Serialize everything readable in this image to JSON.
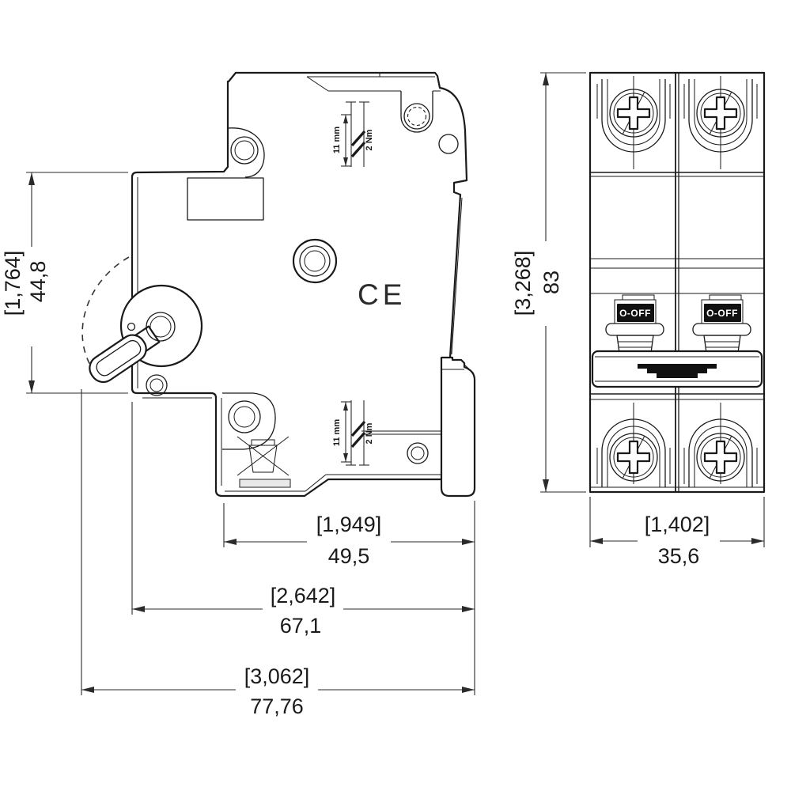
{
  "drawing": {
    "title": "circuit-breaker-dimension-drawing",
    "side": {
      "ce": "CE",
      "top_terminal": {
        "depth": "11 mm",
        "torque": "2 Nm"
      },
      "bottom_terminal": {
        "depth": "11 mm",
        "torque": "2 Nm"
      },
      "dim_height": {
        "in": "[1,764]",
        "mm": "44,8"
      },
      "dim_w1": {
        "in": "[1,949]",
        "mm": "49,5"
      },
      "dim_w2": {
        "in": "[2,642]",
        "mm": "67,1"
      },
      "dim_w3": {
        "in": "[3,062]",
        "mm": "77,76"
      }
    },
    "front": {
      "pole1": {
        "switch": "O-OFF"
      },
      "pole2": {
        "switch": "O-OFF"
      },
      "dim_height": {
        "in": "[3,268]",
        "mm": "83"
      },
      "dim_width": {
        "in": "[1,402]",
        "mm": "35,6"
      }
    },
    "colors": {
      "line": "#1a1a1a",
      "background": "#ffffff",
      "switch_label_bg": "#111111"
    }
  }
}
